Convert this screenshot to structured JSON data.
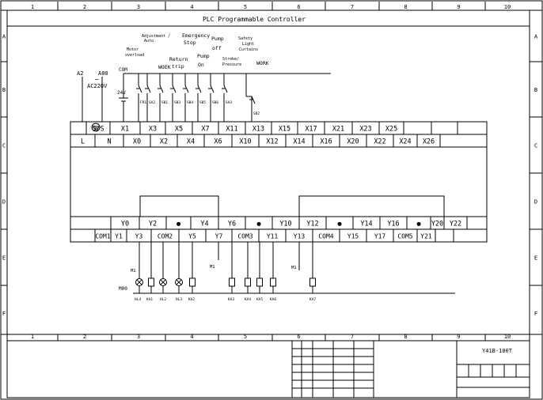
{
  "title": "PLC Programmable Controller",
  "drawing_number": "Y41B-100T",
  "grid_columns": [
    "1",
    "2",
    "3",
    "4",
    "5",
    "6",
    "7",
    "8",
    "9",
    "10"
  ],
  "grid_rows": [
    "A",
    "B",
    "C",
    "D",
    "E",
    "F"
  ],
  "power": {
    "a2": "A2",
    "a00": "A00",
    "wave": "∽",
    "ac": "AC220V",
    "dc": "24V",
    "com": "COM"
  },
  "input_labels": {
    "motor_overload": [
      "Motor",
      "overload"
    ],
    "adjustment_auto": [
      "Adjustment /",
      "Auto"
    ],
    "emergency_stop": [
      "Emergency",
      "Stop"
    ],
    "work1": "WOEK",
    "return_trip": [
      "Return",
      "trip"
    ],
    "pump_on": [
      "Pump",
      "On"
    ],
    "pump_off": [
      "Pump",
      "off"
    ],
    "stroke_pressure": [
      "Stroke/",
      "Pressure"
    ],
    "safety_light": [
      "Safety",
      "Light",
      "Curtains"
    ],
    "work2": "WORK"
  },
  "switch_labels": [
    "FR1",
    "SA2",
    "SB1",
    "SB3",
    "SB4",
    "SB5",
    "SB6",
    "SA3",
    "SB2"
  ],
  "input_terminals_top": [
    "S/S",
    "X1",
    "X3",
    "X5",
    "X7",
    "X11",
    "X13",
    "X15",
    "X17",
    "X21",
    "X23",
    "X25"
  ],
  "input_terminals_bottom": [
    "L",
    "N",
    "X0",
    "X2",
    "X4",
    "X6",
    "X10",
    "X12",
    "X14",
    "X16",
    "X20",
    "X22",
    "X24",
    "X26"
  ],
  "output_terminals_top": [
    "Y0",
    "Y2",
    "●",
    "Y4",
    "Y6",
    "●",
    "Y10",
    "Y12",
    "●",
    "Y14",
    "Y16",
    "●",
    "Y20",
    "Y22"
  ],
  "output_terminals_bottom": [
    "COM1",
    "Y1",
    "Y3",
    "COM2",
    "Y5",
    "Y7",
    "COM3",
    "Y11",
    "Y13",
    "COM4",
    "Y15",
    "Y17",
    "COM5",
    "Y21"
  ],
  "output_wires": {
    "m1a": "M1",
    "m1b": "M1",
    "m1c": "M1",
    "m00": "M00"
  },
  "output_device_labels": [
    "HL4",
    "KA1",
    "HL2",
    "HL3",
    "KA2",
    "KA3",
    "KA4",
    "KA5",
    "KA6",
    "KA7"
  ]
}
